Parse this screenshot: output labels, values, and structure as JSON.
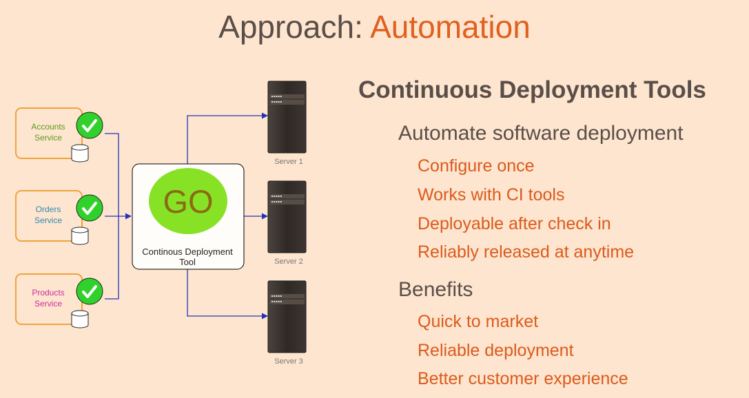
{
  "title": {
    "prefix": "Approach: ",
    "accent": "Automation"
  },
  "diagram": {
    "services": [
      {
        "name": "Accounts\nService",
        "color": "#5a9c1e"
      },
      {
        "name": "Orders\nService",
        "color": "#2d8bb0"
      },
      {
        "name": "Products\nService",
        "color": "#cc2d9c"
      }
    ],
    "tool": {
      "logo": "GO",
      "label": "Continous Deployment\nTool"
    },
    "servers": [
      "Server 1",
      "Server 2",
      "Server 3"
    ],
    "colors": {
      "service_border": "#f0a23c",
      "check_fill": "#31d12b",
      "go_fill": "#87e226",
      "go_text": "#8a6a14",
      "arrow": "#2633b8"
    },
    "icons": [
      "check-icon",
      "database-icon",
      "server-icon"
    ]
  },
  "content": {
    "heading": "Continuous Deployment Tools",
    "sections": [
      {
        "title": "Automate software deployment",
        "items": [
          "Configure once",
          "Works with CI tools",
          "Deployable after check in",
          "Reliably released at anytime"
        ]
      },
      {
        "title": "Benefits",
        "items": [
          "Quick to market",
          "Reliable deployment",
          "Better customer experience"
        ]
      }
    ]
  }
}
